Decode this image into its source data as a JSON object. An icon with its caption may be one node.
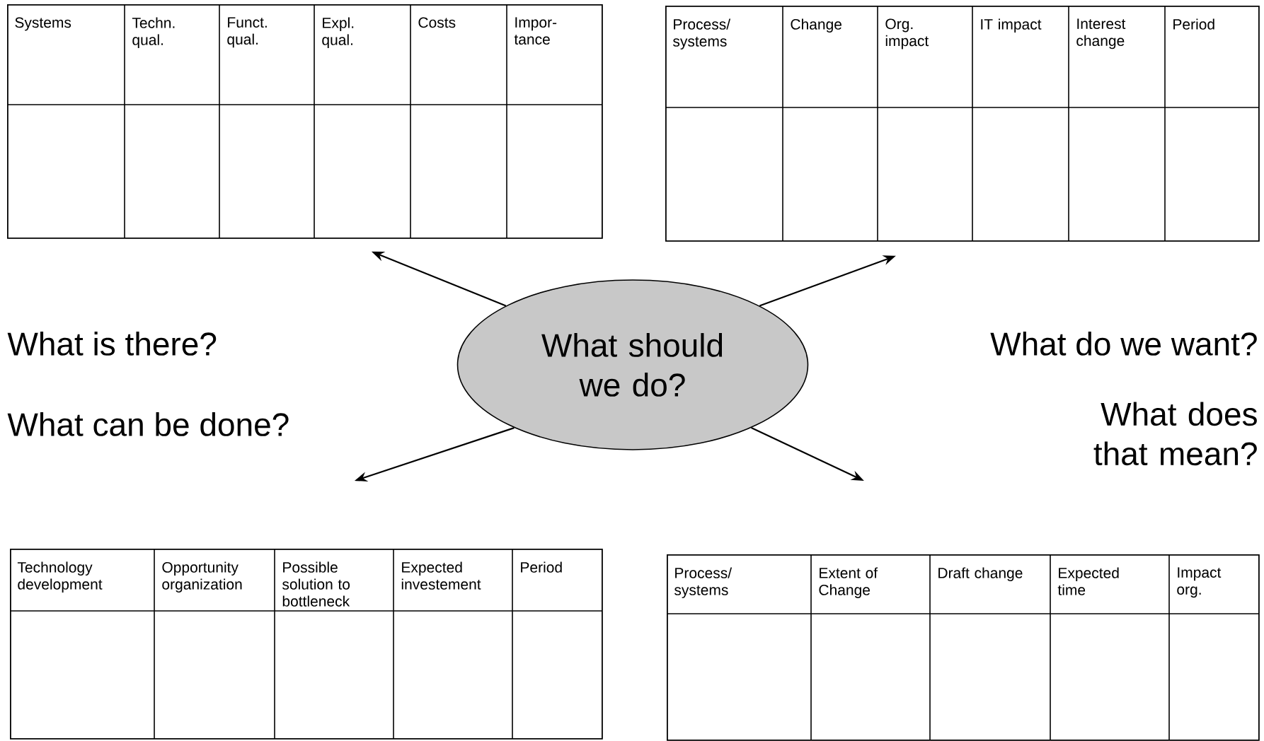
{
  "diagram": {
    "nodes": [
      {
        "text": [
          "What should we do?"
        ]
      },
      {
        "text": [
          "Systems",
          "Techn. qual.",
          "Funct. qual.",
          "Expl. qual.",
          "Costs",
          "Impor-tance"
        ],
        "beside": [
          "What is there?"
        ]
      },
      {
        "text": [
          "Process/ systems",
          "Change",
          "Org. impact",
          "IT impact",
          "Interest change",
          "Period"
        ],
        "beside": [
          "What do we want?"
        ]
      },
      {
        "text": [
          "Technology development",
          "Opportunity organization",
          "Possible solution to bottleneck",
          "Expected investement",
          "Period"
        ],
        "beside": [
          "What can be done?"
        ]
      },
      {
        "text": [
          "Process/ systems",
          "Extent of Change",
          "Draft change",
          "Expected time",
          "Impact org."
        ],
        "beside": [
          "What does that mean?"
        ]
      }
    ],
    "edges": [
      {
        "from": 0,
        "to": 1,
        "arrow": "to"
      },
      {
        "from": 0,
        "to": 2,
        "arrow": "to"
      },
      {
        "from": 0,
        "to": 3,
        "arrow": "to"
      },
      {
        "from": 0,
        "to": 4,
        "arrow": "to"
      }
    ]
  }
}
